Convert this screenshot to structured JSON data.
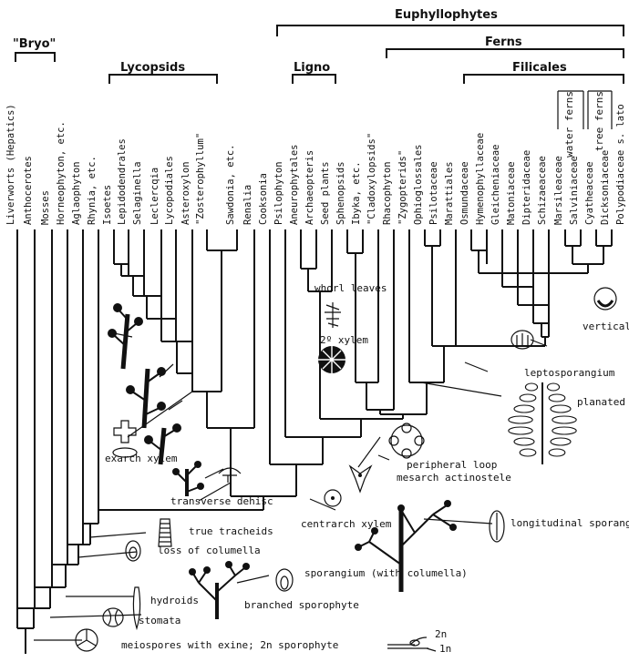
{
  "groups": {
    "bryo": "\"Bryo\"",
    "lycopsids": "Lycopsids",
    "ligno": "Ligno",
    "euphyllophytes": "Euphyllophytes",
    "ferns": "Ferns",
    "filicales": "Filicales",
    "water_ferns": "water ferns",
    "tree_ferns": "tree ferns"
  },
  "taxa": [
    "Liverworts (Hepatics)",
    "Anthocerotes",
    "Mosses",
    "Horneophyton, etc.",
    "Aglaophyton",
    "Rhynia, etc.",
    "Isoetes",
    "Lepidodendrales",
    "Selaginella",
    "Leclercqia",
    "Lycopodiales",
    "Asteroxylon",
    "\"Zosterophyllum\"",
    "Sawdonia, etc.",
    "Renalia",
    "Cooksonia",
    "Psilophyton",
    "Aneurophytales",
    "Archaeopteris",
    "Seed plants",
    "Sphenopsids",
    "Ibyka, etc.",
    "\"Cladoxylopsids\"",
    "Rhacophyton",
    "\"Zygopterids\"",
    "Ophioglossales",
    "Psilotaceae",
    "Marattiales",
    "Osmundaceae",
    "Hymenophyllaceae",
    "Gleicheniaceae",
    "Matoniaceae",
    "Dipteridaceae",
    "Schizaeaceae",
    "Marsileaceae",
    "Salviniaceae",
    "Cyatheaceae",
    "Dicksoniaceae",
    "Polypodiaceae s. lato"
  ],
  "characters": {
    "whorl_leaves": "whorl leaves",
    "secondary_xylem": "2º xylem",
    "vertical_annulus": "vertical annulus",
    "leptosporangium": "leptosporangium",
    "planated_frond": "planated frond",
    "peripheral_loop": "peripheral loop",
    "mesarch_actinostele": "mesarch actinostele",
    "exarch_xylem": "exarch xylem",
    "transverse_dehisc": "transverse dehisc",
    "centrarch_xylem": "centrarch xylem",
    "longitudinal_dehiscence": "longitudinal sporangium dehiscence",
    "true_tracheids": "true tracheids",
    "loss_of_columella": "loss of columella",
    "sporangium_columella": "sporangium (with columella)",
    "branched_sporophyte": "branched sporophyte",
    "hydroids": "hydroids",
    "stomata": "stomata",
    "meiospores": "meiospores with exine; 2n sporophyte",
    "legend_2n": "2n",
    "legend_1n": "1n"
  }
}
